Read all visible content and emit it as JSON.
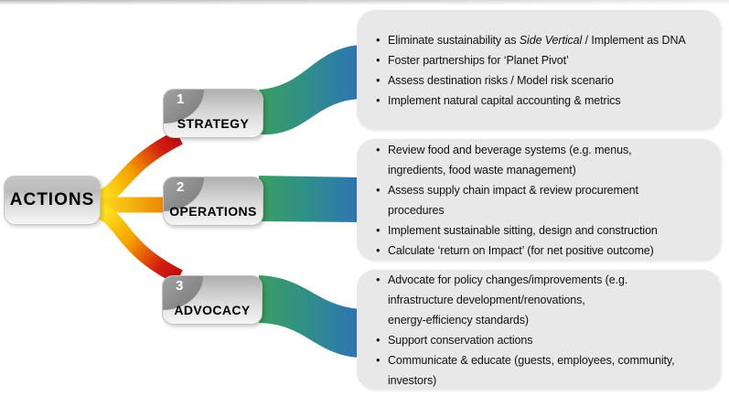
{
  "root": {
    "label": "ACTIONS"
  },
  "branches": [
    {
      "number": "1",
      "label": "STRATEGY",
      "bullets": [
        {
          "segments": [
            {
              "text": "Eliminate sustainability as "
            },
            {
              "text": "Side Vertical",
              "italic": true
            },
            {
              "text": " / Implement as DNA"
            }
          ]
        },
        {
          "segments": [
            {
              "text": "Foster partnerships for ‘Planet Pivot’"
            }
          ]
        },
        {
          "segments": [
            {
              "text": "Assess destination risks / Model risk scenario"
            }
          ]
        },
        {
          "segments": [
            {
              "text": "Implement natural capital accounting & metrics"
            }
          ]
        }
      ]
    },
    {
      "number": "2",
      "label": "OPERATIONS",
      "bullets": [
        {
          "segments": [
            {
              "text": "Review food and beverage systems (e.g. menus,\ningredients, food waste management)"
            }
          ]
        },
        {
          "segments": [
            {
              "text": "Assess supply chain impact & review procurement\nprocedures"
            }
          ]
        },
        {
          "segments": [
            {
              "text": "Implement sustainable sitting, design and construction"
            }
          ]
        },
        {
          "segments": [
            {
              "text": "Calculate ‘return on Impact’ (for net positive outcome)"
            }
          ]
        }
      ]
    },
    {
      "number": "3",
      "label": "ADVOCACY",
      "bullets": [
        {
          "segments": [
            {
              "text": "Advocate for policy changes/improvements (e.g.\ninfrastructure development/renovations,\nenergy-efficiency standards)"
            }
          ]
        },
        {
          "segments": [
            {
              "text": "Support conservation actions"
            }
          ]
        },
        {
          "segments": [
            {
              "text": "Communicate & educate (guests, employees, community,\ninvestors)"
            }
          ]
        }
      ]
    }
  ],
  "colors": {
    "ribbon_green": "#3ba05c",
    "ribbon_teal_mid": "#2f8e8a",
    "ribbon_blue": "#2e73b6",
    "branch_yellow": "#ffe11c",
    "branch_orange": "#f6a000",
    "branch_red": "#c21010",
    "node_gray_top": "#aeaeae",
    "badge_gray": "#8a8a8a",
    "detail_box_fill": "#e8e8e8",
    "text_black": "#111111"
  }
}
